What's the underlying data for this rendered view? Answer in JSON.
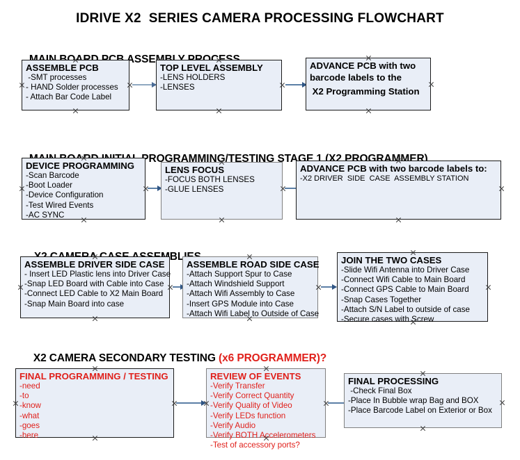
{
  "document": {
    "title": "IDRIVE X2  SERIES CAMERA PROCESSING FLOWCHART",
    "accent_red": "#e0201b",
    "box_fill": "#e9eef7",
    "box_border": "#1a1a1a",
    "connector_color": "#8fa8c0"
  },
  "sections": [
    {
      "id": "main-board-pcb-assembly",
      "heading": "MAIN BOARD PCB ASSEMBLY PROCESS",
      "heading_suffix": "",
      "boxes": [
        {
          "id": "assemble-pcb",
          "title": "ASSEMBLE PCB",
          "lines": [
            " -SMT processes",
            "- HAND Solder processes",
            "- Attach Bar Code Label"
          ]
        },
        {
          "id": "top-level-assembly",
          "title": "TOP LEVEL ASSEMBLY",
          "lines": [
            "-LENS HOLDERS",
            "-LENSES"
          ]
        },
        {
          "id": "advance-pcb-to-programming-station",
          "title": "ADVANCE PCB with two",
          "lines": [
            "barcode labels to the",
            " X2 Programming Station"
          ]
        }
      ]
    },
    {
      "id": "main-board-initial-programming",
      "heading": "MAIN BOARD INITIAL PROGRAMMING/TESTING STAGE 1 (X2 PROGRAMMER)",
      "heading_suffix": "",
      "boxes": [
        {
          "id": "device-programming",
          "title": "DEVICE PROGRAMMING",
          "lines": [
            "-Scan Barcode",
            "-Boot Loader",
            "-Device Configuration",
            "-Test Wired Events",
            "-AC SYNC"
          ]
        },
        {
          "id": "lens-focus",
          "title": "LENS FOCUS",
          "lines": [
            "-FOCUS BOTH LENSES",
            "-GLUE LENSES"
          ]
        },
        {
          "id": "advance-pcb-to-driver-side-case",
          "title": "ADVANCE PCB with two barcode labels to:",
          "lines": [
            "-X2 DRIVER  SIDE  CASE  ASSEMBLY STATION"
          ]
        }
      ]
    },
    {
      "id": "x2-camera-case-assemblies",
      "heading": "X2 CAMERA CASE ASSEMBLIES",
      "heading_suffix": "",
      "boxes": [
        {
          "id": "assemble-driver-side-case",
          "title": "ASSEMBLE DRIVER SIDE CASE",
          "lines": [
            "- Insert LED Plastic lens into Driver Case",
            "-Snap LED Board with Cable into Case",
            "-Connect LED Cable to X2 Main Board",
            "-Snap Main Board into case"
          ]
        },
        {
          "id": "assemble-road-side-case",
          "title": "ASSEMBLE ROAD SIDE CASE",
          "lines": [
            "-Attach Support Spur to Case",
            "-Attach Windshield Support",
            "-Attach Wifi Assembly to Case",
            "-Insert GPS Module into Case",
            "-Attach Wifi Label to Outside of Case"
          ]
        },
        {
          "id": "join-the-two-cases",
          "title": "JOIN THE TWO CASES",
          "lines": [
            "-Slide Wifi Antenna into Driver Case",
            "-Connect Wifi Cable to Main Board",
            "-Connect GPS Cable to Main Board",
            "-Snap Cases Together",
            "-Attach S/N Label to outside of case",
            "-Secure cases with Screw"
          ]
        }
      ]
    },
    {
      "id": "x2-camera-secondary-testing",
      "heading": "X2 CAMERA SECONDARY TESTING ",
      "heading_suffix": "(x6 PROGRAMMER)?",
      "boxes": [
        {
          "id": "final-programming-testing",
          "title": "FINAL PROGRAMMING / TESTING",
          "lines": [
            "-need",
            "-to",
            "-know",
            "-what",
            "-goes",
            "-here"
          ]
        },
        {
          "id": "review-of-events",
          "title": "REVIEW OF EVENTS",
          "lines": [
            "-Verify Transfer",
            "-Verify Correct Quantity",
            "-Verify Quality of Video",
            "-Verify LEDs function",
            "-Verify Audio",
            "-Verify BOTH Accelerometers",
            "-Test of accessory ports?"
          ]
        },
        {
          "id": "final-processing",
          "title": "FINAL PROCESSING",
          "lines": [
            " -Check Final Box",
            "-Place In Bubble wrap Bag and BOX",
            "-Place Barcode Label on Exterior or Box"
          ]
        }
      ]
    }
  ]
}
